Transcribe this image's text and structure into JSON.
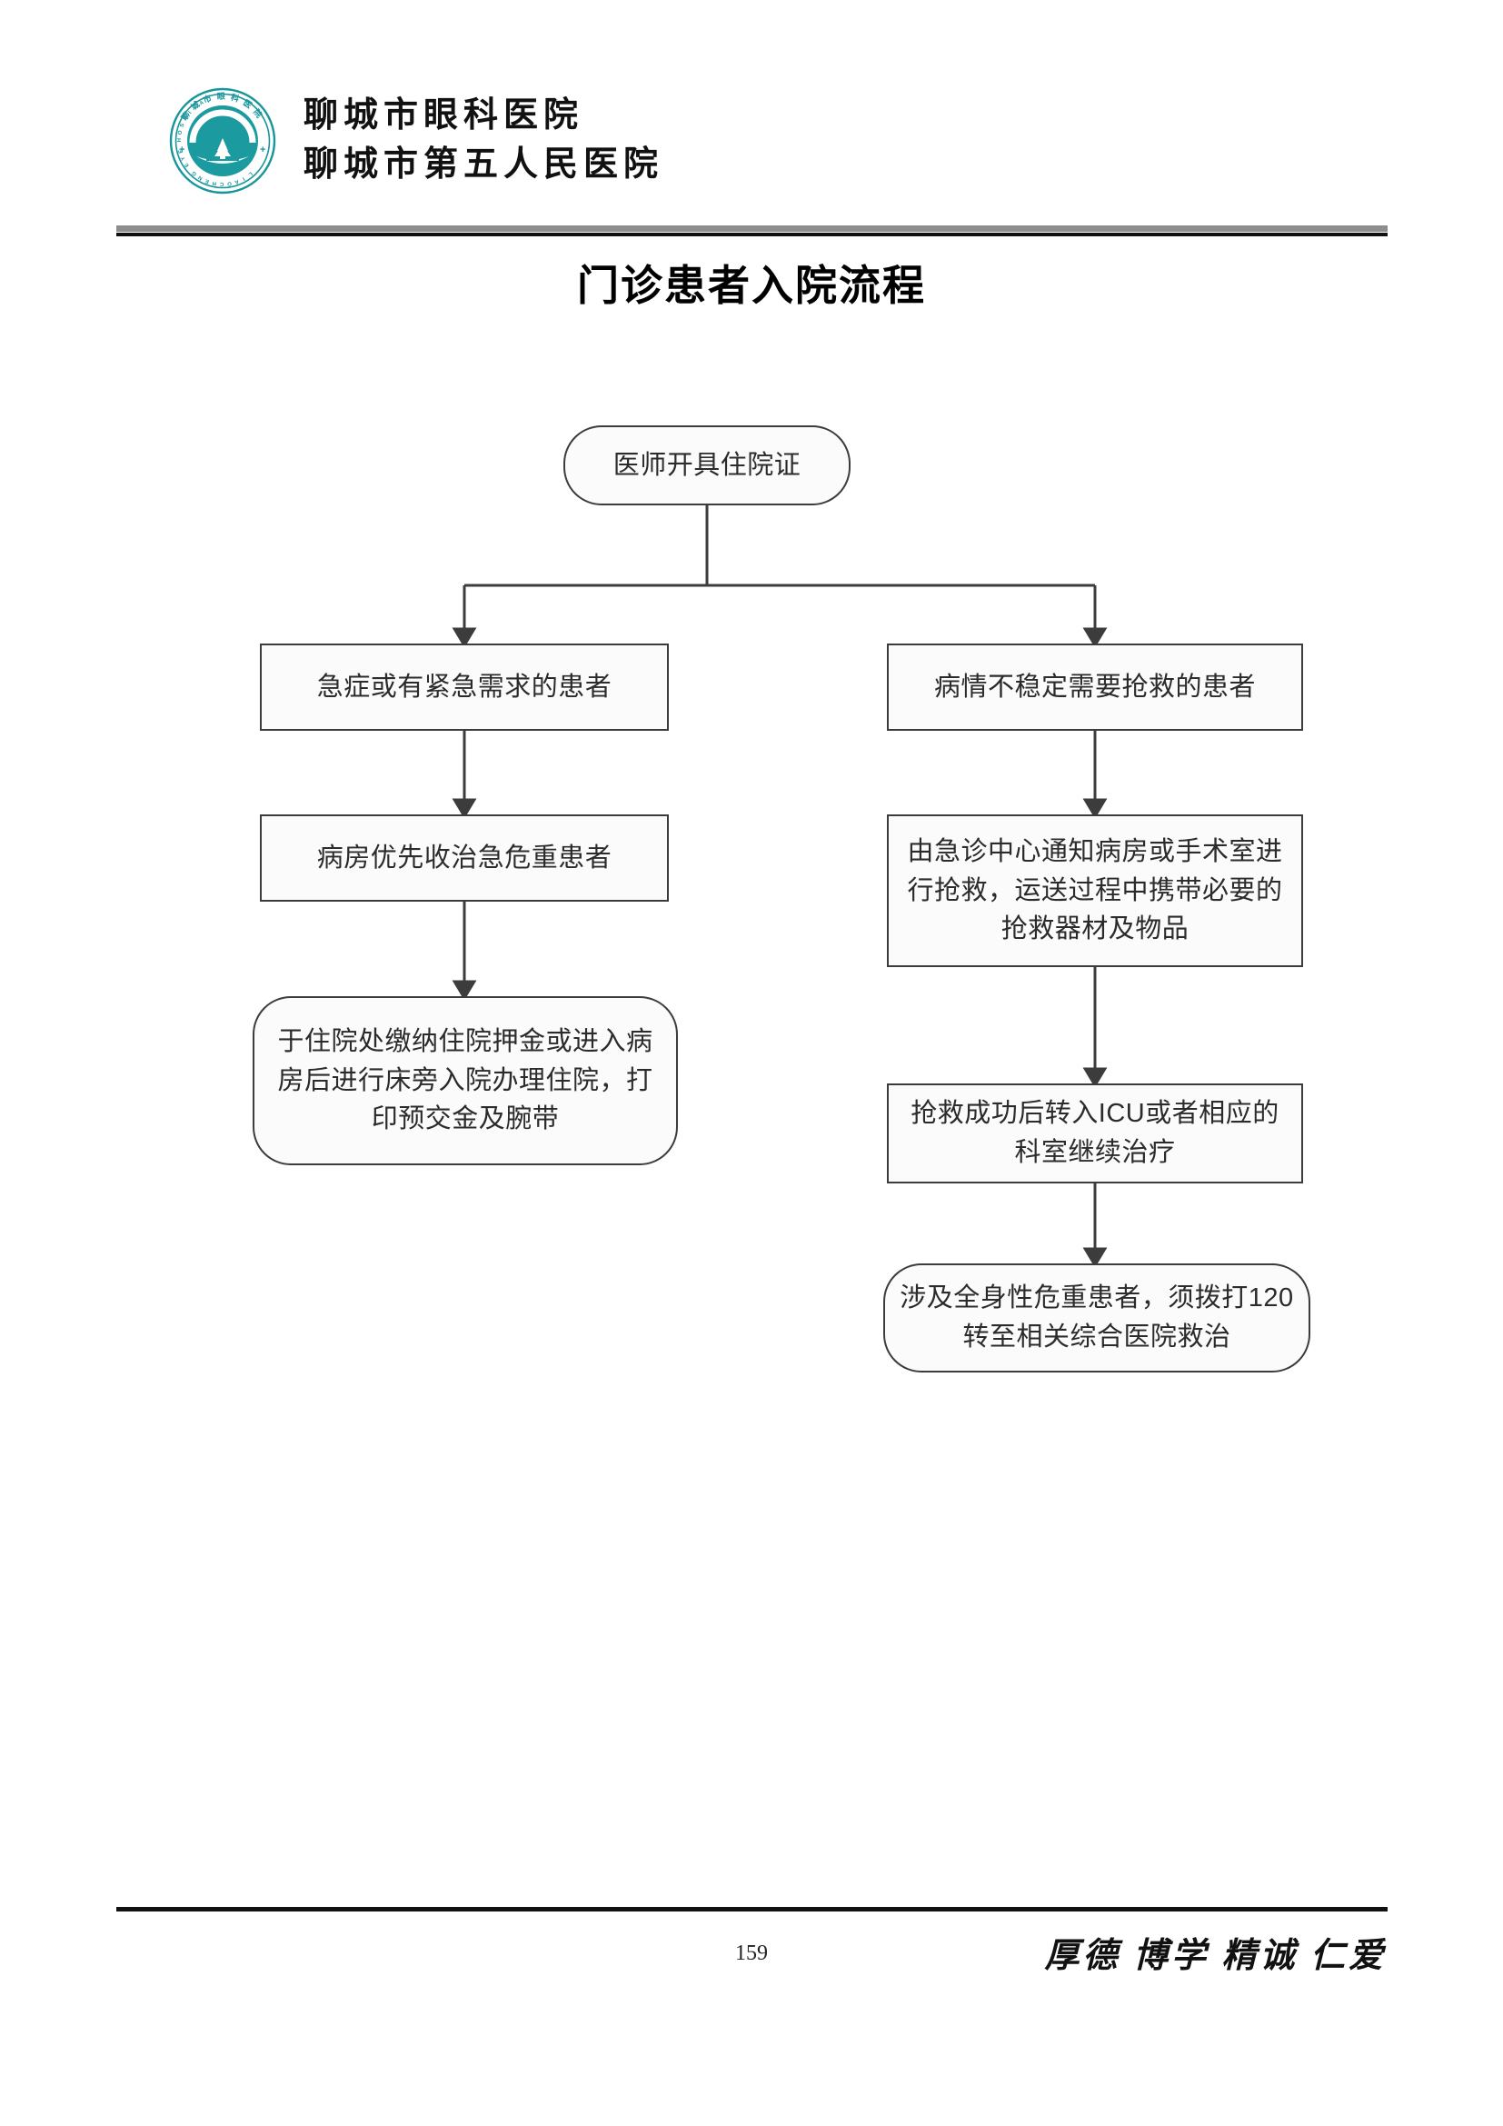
{
  "header": {
    "logo_icon": "hospital-eye-seal-icon",
    "logo_color": "#17959a",
    "logo_ring_text": "聊城市眼科医院",
    "logo_ring_text_en": "LIAOCHENG EYE HOSPITAL",
    "hospital_name_line1": "聊城市眼科医院",
    "hospital_name_line2": "聊城市第五人民医院",
    "rule_color_thick": "#8e8e8e",
    "rule_color_thin": "#111111"
  },
  "title": "门诊患者入院流程",
  "flowchart": {
    "nodes": {
      "start": "医师开具住院证",
      "left_1": "急症或有紧急需求的患者",
      "left_2": "病房优先收治急危重患者",
      "left_3": "于住院处缴纳住院押金或进入病房后进行床旁入院办理住院，打印预交金及腕带",
      "right_1": "病情不稳定需要抢救的患者",
      "right_2": "由急诊中心通知病房或手术室进行抢救，运送过程中携带必要的抢救器材及物品",
      "right_3": "抢救成功后转入ICU或者相应的科室继续治疗",
      "right_4": "涉及全身性危重患者，须拨打120转至相关综合医院救治"
    },
    "line_color": "#3c3c3c",
    "node_fill": "#fbfbfb"
  },
  "footer": {
    "page_number": "159",
    "motto": "厚德 博学 精诚 仁爱",
    "rule_color": "#111111"
  }
}
